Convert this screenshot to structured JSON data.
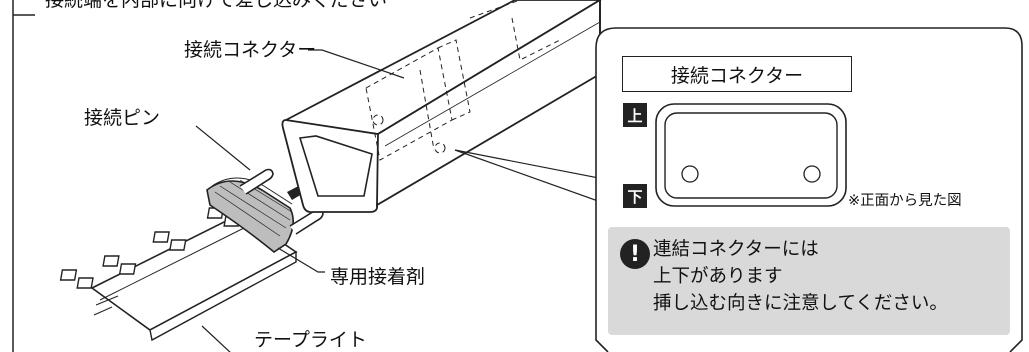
{
  "labels": {
    "connector": "接続コネクター",
    "pin": "接続ピン",
    "adhesive": "専用接着剤",
    "tape_light": "テープライト",
    "top_partial": "接続端を内部に向けて差し込みください"
  },
  "inset": {
    "title": "接続コネクター",
    "up": "上",
    "down": "下",
    "front_view_note": "※正面から見た図"
  },
  "caution": {
    "lines": [
      "連結コネクターには",
      "上下があります",
      "挿し込む向きに注意してください。"
    ]
  },
  "colors": {
    "ink": "#111111",
    "caution_bg": "#d9d9d9",
    "panel_border": "#222222"
  }
}
